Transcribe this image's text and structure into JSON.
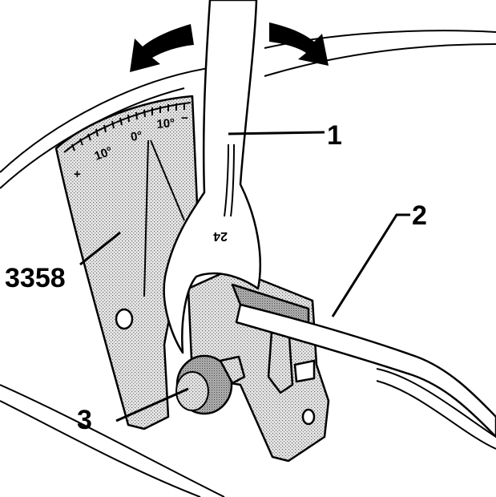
{
  "labels": {
    "part_1": "1",
    "part_2": "2",
    "part_3": "3",
    "tool": "3358"
  },
  "scale": {
    "left_mark": "10°",
    "zero_mark": "0°",
    "right_mark": "10°",
    "plus": "+",
    "minus": "−"
  },
  "wrench_size": "24",
  "colors": {
    "ink": "#000000",
    "shade": "#bdbdbd",
    "paper": "#ffffff"
  }
}
